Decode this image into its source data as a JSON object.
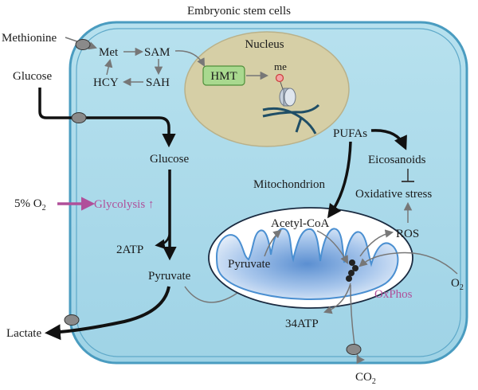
{
  "title": "Embryonic stem cells",
  "labels": {
    "methionine": "Methionine",
    "glucose_outside": "Glucose",
    "glucose_inside": "Glucose",
    "met": "Met",
    "sam": "SAM",
    "hcy": "HCY",
    "sah": "SAH",
    "nucleus": "Nucleus",
    "hmt": "HMT",
    "me": "me",
    "pufas": "PUFAs",
    "eicosanoids": "Eicosanoids",
    "oxidative_stress": "Oxidative stress",
    "mitochondrion": "Mitochondrion",
    "o2_percent": "5% O",
    "o2_percent_sub": "2",
    "glycolysis": "Glycolysis ↑",
    "acetyl_coa": "Acetyl-CoA",
    "ros": "ROS",
    "two_atp": "2ATP",
    "pyruvate_cyto": "Pyruvate",
    "pyruvate_mito": "Pyruvate",
    "oxphos": "OxPhos",
    "o2_right": "O",
    "o2_right_sub": "2",
    "atp34": "34ATP",
    "lactate": "Lactate",
    "co2": "CO",
    "co2_sub": "2"
  },
  "colors": {
    "cell_fill": "#a8d8e8",
    "cell_stroke": "#4a9cc0",
    "nucleus_fill": "#d6cfa6",
    "hmt_fill": "#a9d98f",
    "glycolysis": "#b0509a",
    "oxphos": "#b0509a",
    "arrow_dark": "#111111",
    "arrow_gray": "#777777"
  }
}
